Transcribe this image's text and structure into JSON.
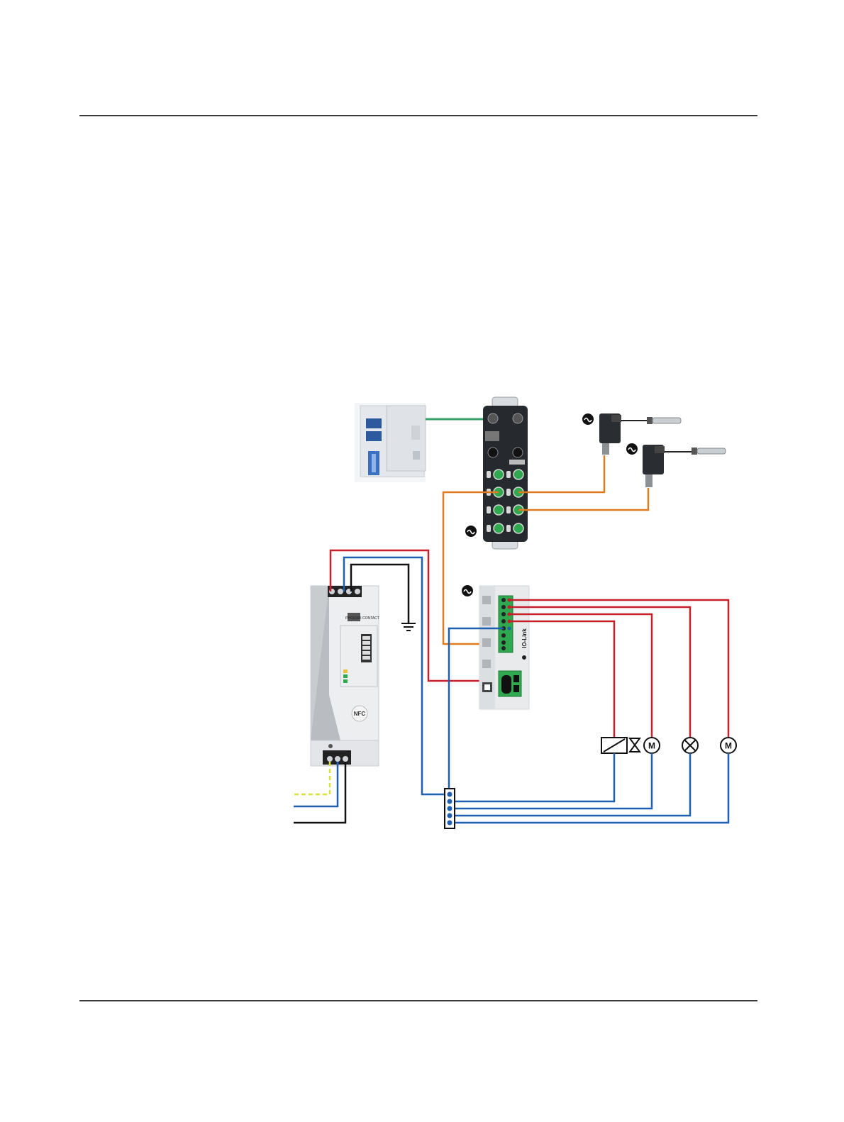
{
  "document": {
    "content": "wiring diagram; no text other than what the device graphics print"
  },
  "devices": {
    "power_supply": {
      "brand_text": "PHOENIX CONTACT",
      "nfc_label": "NFC"
    },
    "io_link_module": {
      "label": "IO-Link"
    },
    "load_symbols": {
      "motor_1": "M",
      "motor_2": "M"
    }
  },
  "colors": {
    "red_wire": "#c8202a",
    "blue_wire": "#1f5fb0",
    "black_wire": "#111111",
    "orange_wire": "#e07a1f",
    "green_wire": "#3aa06a",
    "pe_wire": "#d8e23a"
  }
}
